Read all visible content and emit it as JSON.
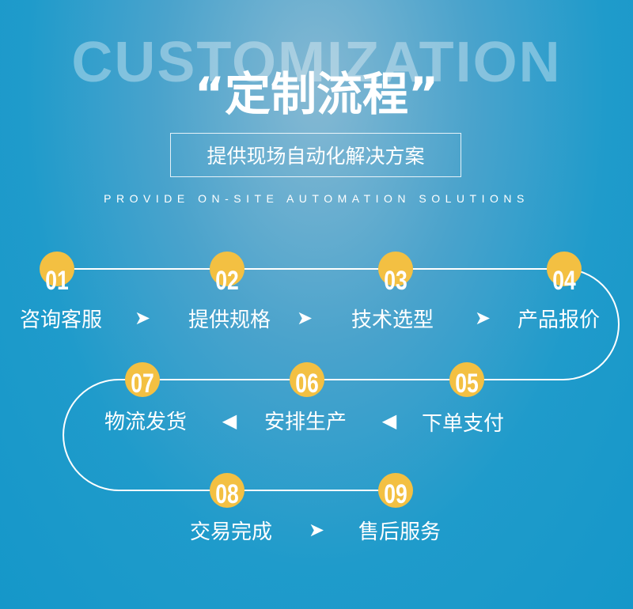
{
  "header": {
    "bg_word": "CUSTOMIZATION",
    "title": "“定制流程”",
    "subtitle": "提供现场自动化解决方案",
    "english": "PROVIDE ON-SITE AUTOMATION SOLUTIONS"
  },
  "steps": [
    {
      "num": "01",
      "label": "咨询客服"
    },
    {
      "num": "02",
      "label": "提供规格"
    },
    {
      "num": "03",
      "label": "技术选型"
    },
    {
      "num": "04",
      "label": "产品报价"
    },
    {
      "num": "05",
      "label": "下单支付"
    },
    {
      "num": "06",
      "label": "安排生产"
    },
    {
      "num": "07",
      "label": "物流发货"
    },
    {
      "num": "08",
      "label": "交易完成"
    },
    {
      "num": "09",
      "label": "售后服务"
    }
  ],
  "arrows": {
    "right": "➤",
    "left": "◀"
  },
  "colors": {
    "node": "#f3c042",
    "line": "#ffffff"
  }
}
